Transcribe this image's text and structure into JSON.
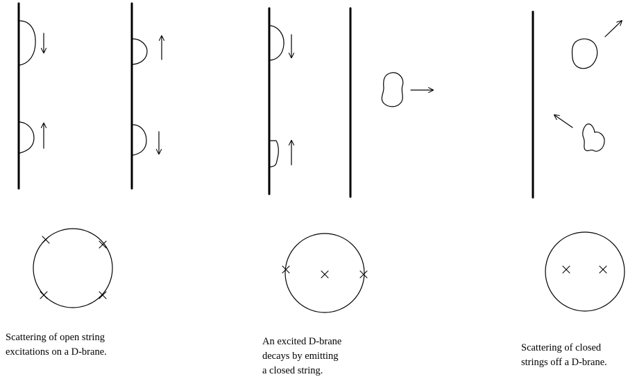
{
  "colors": {
    "ink": "#000000",
    "background": "#ffffff"
  },
  "panels": [
    {
      "id": "open-string-scattering",
      "caption_lines": [
        "Scattering of open string",
        "excitations on a D-brane."
      ],
      "disk_marks": 4
    },
    {
      "id": "excited-brane-decay",
      "caption_lines": [
        "An excited D-brane",
        "decays by emitting",
        "a closed  string."
      ],
      "disk_marks": 3
    },
    {
      "id": "closed-string-scattering",
      "caption_lines": [
        "Scattering of closed",
        "strings off a D-brane."
      ],
      "disk_marks": 2
    }
  ]
}
